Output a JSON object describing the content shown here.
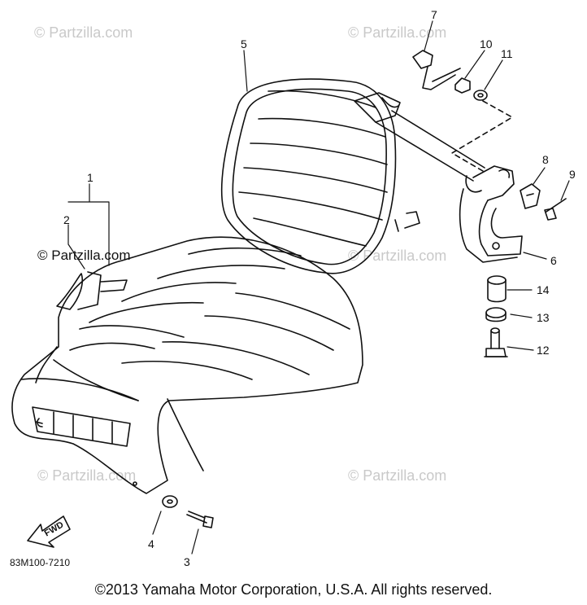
{
  "watermarks": [
    {
      "id": "wm-top-left",
      "text": "© Partzilla.com"
    },
    {
      "id": "wm-top-right",
      "text": "© Partzilla.com"
    },
    {
      "id": "wm-mid-left",
      "text": "© Partzilla.com"
    },
    {
      "id": "wm-mid-right",
      "text": "© Partzilla.com"
    },
    {
      "id": "wm-bottom-left",
      "text": "© Partzilla.com"
    },
    {
      "id": "wm-bottom-right",
      "text": "© Partzilla.com"
    }
  ],
  "callouts": [
    "1",
    "2",
    "3",
    "4",
    "5",
    "6",
    "7",
    "8",
    "9",
    "10",
    "11",
    "12",
    "13",
    "14"
  ],
  "fwd_label": "FWD",
  "diagram_code": "83M100-7210",
  "copyright": "©2013  Yamaha Motor Corporation, U.S.A. All rights reserved.",
  "colors": {
    "ink": "#111111",
    "watermark": "#c9c9c9",
    "background": "#ffffff"
  }
}
